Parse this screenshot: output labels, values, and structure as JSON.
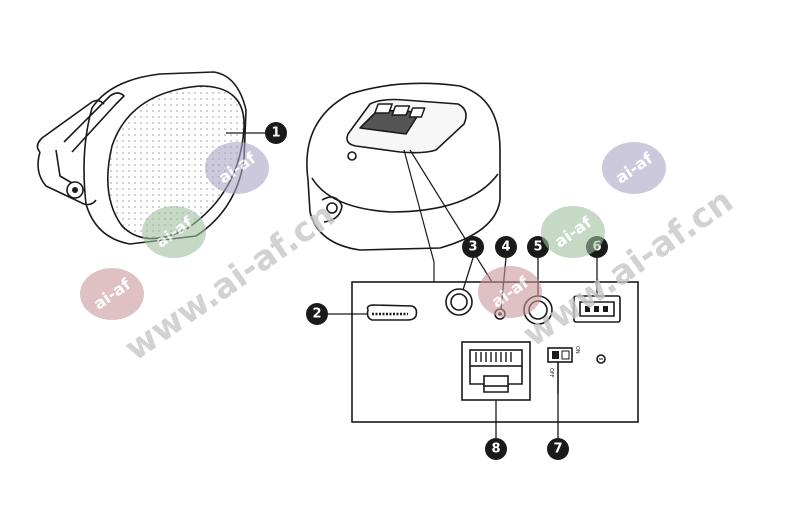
{
  "callouts": [
    {
      "id": "1",
      "label": "1"
    },
    {
      "id": "2",
      "label": "2"
    },
    {
      "id": "3",
      "label": "3"
    },
    {
      "id": "4",
      "label": "4"
    },
    {
      "id": "5",
      "label": "5"
    },
    {
      "id": "6",
      "label": "6"
    },
    {
      "id": "7",
      "label": "7"
    },
    {
      "id": "8",
      "label": "8"
    }
  ],
  "watermark": {
    "url": "www.ai-af.cn",
    "badge": "ai-af"
  },
  "panel": {
    "switch_label_left": "OFF",
    "switch_label_right": "ON"
  },
  "colors": {
    "ink": "#1a1a1a",
    "watermark_text": "#c7c7c7",
    "badge_red": "#c9959b",
    "badge_green": "#9dbf9f",
    "badge_purple": "#a9a6c6"
  }
}
